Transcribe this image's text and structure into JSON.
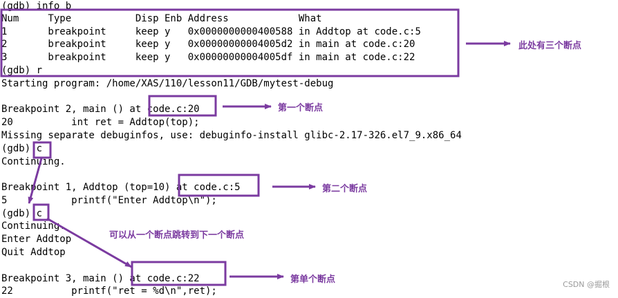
{
  "terminal": {
    "lines": [
      "(gdb) info b",
      "Num     Type           Disp Enb Address            What",
      "1       breakpoint     keep y   0x0000000000400588 in Addtop at code.c:5",
      "2       breakpoint     keep y   0x00000000004005d2 in main at code.c:20",
      "3       breakpoint     keep y   0x00000000004005df in main at code.c:22",
      "(gdb) r",
      "Starting program: /home/XAS/110/lesson11/GDB/mytest-debug",
      "",
      "Breakpoint 2, main () at code.c:20",
      "20          int ret = Addtop(top);",
      "Missing separate debuginfos, use: debuginfo-install glibc-2.17-326.el7_9.x86_64",
      "(gdb) c",
      "Continuing.",
      "",
      "Breakpoint 1, Addtop (top=10) at code.c:5",
      "5           printf(\"Enter Addtop\\n\");",
      "(gdb) c",
      "Continuing.",
      "Enter Addtop",
      "Quit Addtop",
      "",
      "Breakpoint 3, main () at code.c:22",
      "22          printf(\"ret = %d\\n\",ret);"
    ]
  },
  "annotations": {
    "three_breakpoints": "此处有三个断点",
    "first_breakpoint": "第一个断点",
    "second_breakpoint": "第二个断点",
    "jump_note": "可以从一个断点跳转到下一个断点",
    "third_breakpoint": "第单个断点"
  },
  "watermark": "CSDN @掘根",
  "colors": {
    "annotation": "#7b3ba0",
    "terminal_text": "#000000",
    "background": "#ffffff"
  }
}
